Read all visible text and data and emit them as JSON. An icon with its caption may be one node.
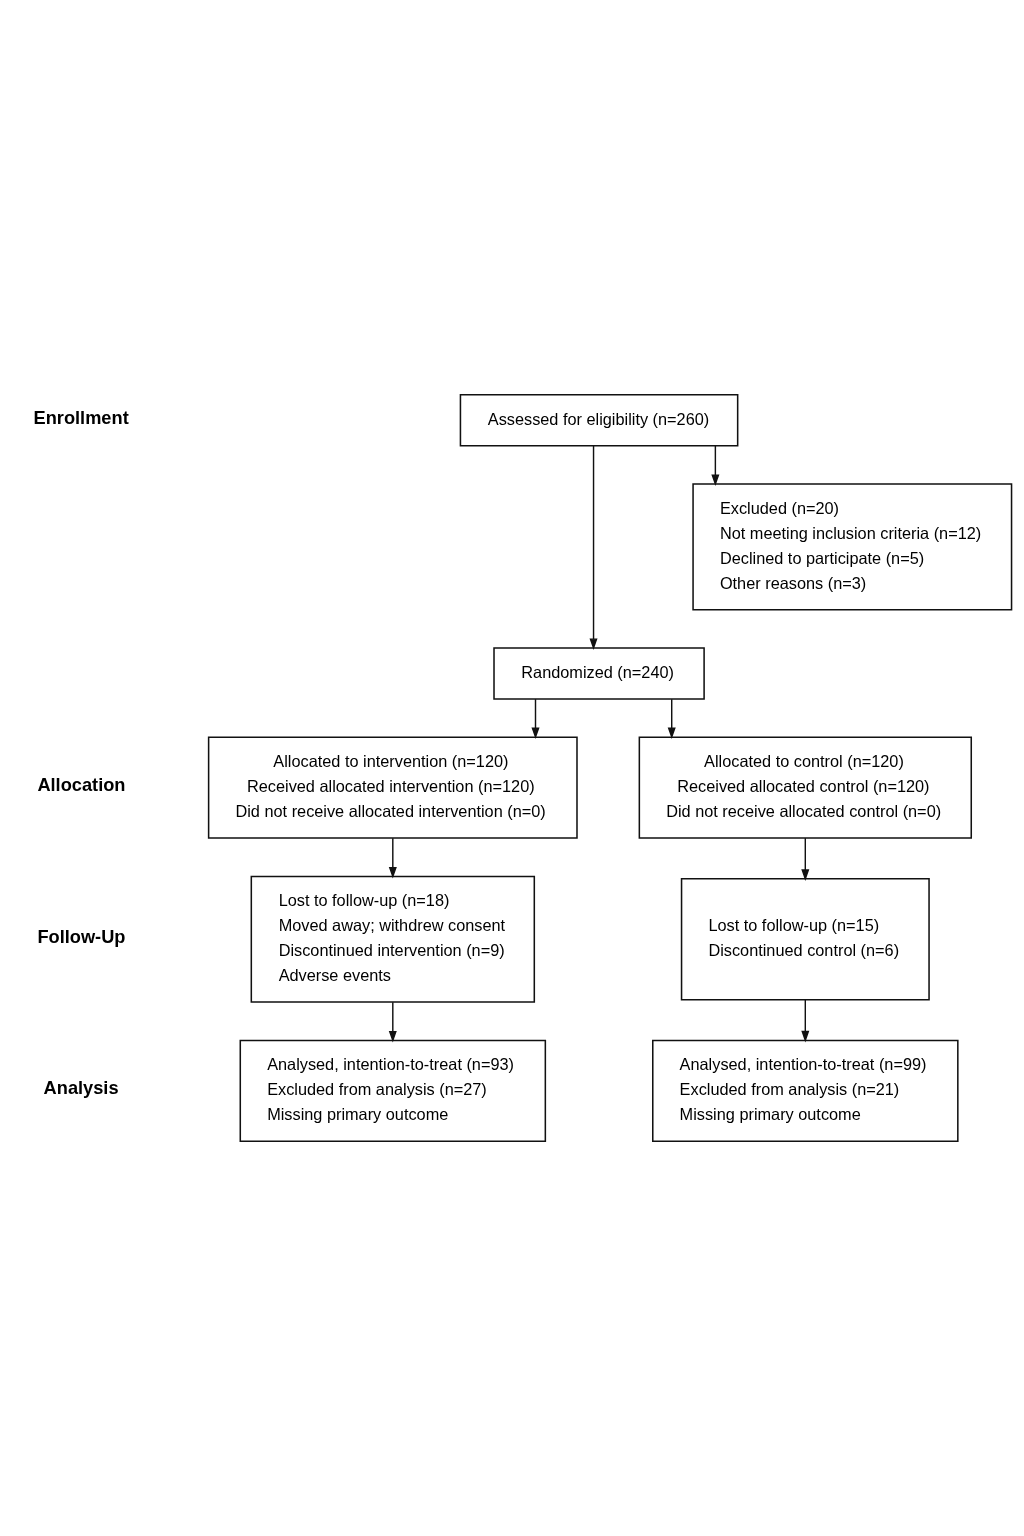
{
  "diagram": {
    "nodes": [
      {
        "text": [
          "Assessed for eligibility (n=260)"
        ]
      },
      {
        "text": [
          "Excluded (n=20)",
          "Not meeting inclusion criteria (n=12)",
          "Declined to participate (n=5)",
          "Other reasons (n=3)"
        ]
      },
      {
        "text": [
          "Randomized (n=240)"
        ]
      },
      {
        "text": [
          "Allocated to intervention (n=120)",
          "Received allocated intervention (n=120)",
          "Did not receive allocated intervention (n=0)"
        ]
      },
      {
        "text": [
          "Allocated to control (n=120)",
          "Received allocated control (n=120)",
          "Did not receive allocated control (n=0)"
        ]
      },
      {
        "text": [
          "Lost to follow-up (n=18)",
          "Moved away; withdrew consent",
          "Discontinued intervention (n=9)",
          "Adverse events"
        ]
      },
      {
        "text": [
          "Lost to follow-up (n=15)",
          "Discontinued control (n=6)"
        ]
      },
      {
        "text": [
          "Analysed, intention-to-treat (n=93)",
          "Excluded from analysis (n=27)",
          "Missing primary outcome"
        ]
      },
      {
        "text": [
          "Analysed, intention-to-treat (n=99)",
          "Excluded from analysis (n=21)",
          "Missing primary outcome"
        ]
      }
    ],
    "edges": [
      {
        "from": 0,
        "to": 2,
        "arrow": "to"
      },
      {
        "from": 0,
        "to": 1,
        "arrow": "to"
      },
      {
        "from": 2,
        "to": 3,
        "arrow": "to"
      },
      {
        "from": 2,
        "to": 4,
        "arrow": "to"
      },
      {
        "from": 3,
        "to": 5,
        "arrow": "to"
      },
      {
        "from": 4,
        "to": 6,
        "arrow": "to"
      },
      {
        "from": 5,
        "to": 7,
        "arrow": "to"
      },
      {
        "from": 6,
        "to": 8,
        "arrow": "to"
      }
    ],
    "labels": [
      "Enrollment",
      "Allocation",
      "Follow-Up",
      "Analysis"
    ]
  }
}
